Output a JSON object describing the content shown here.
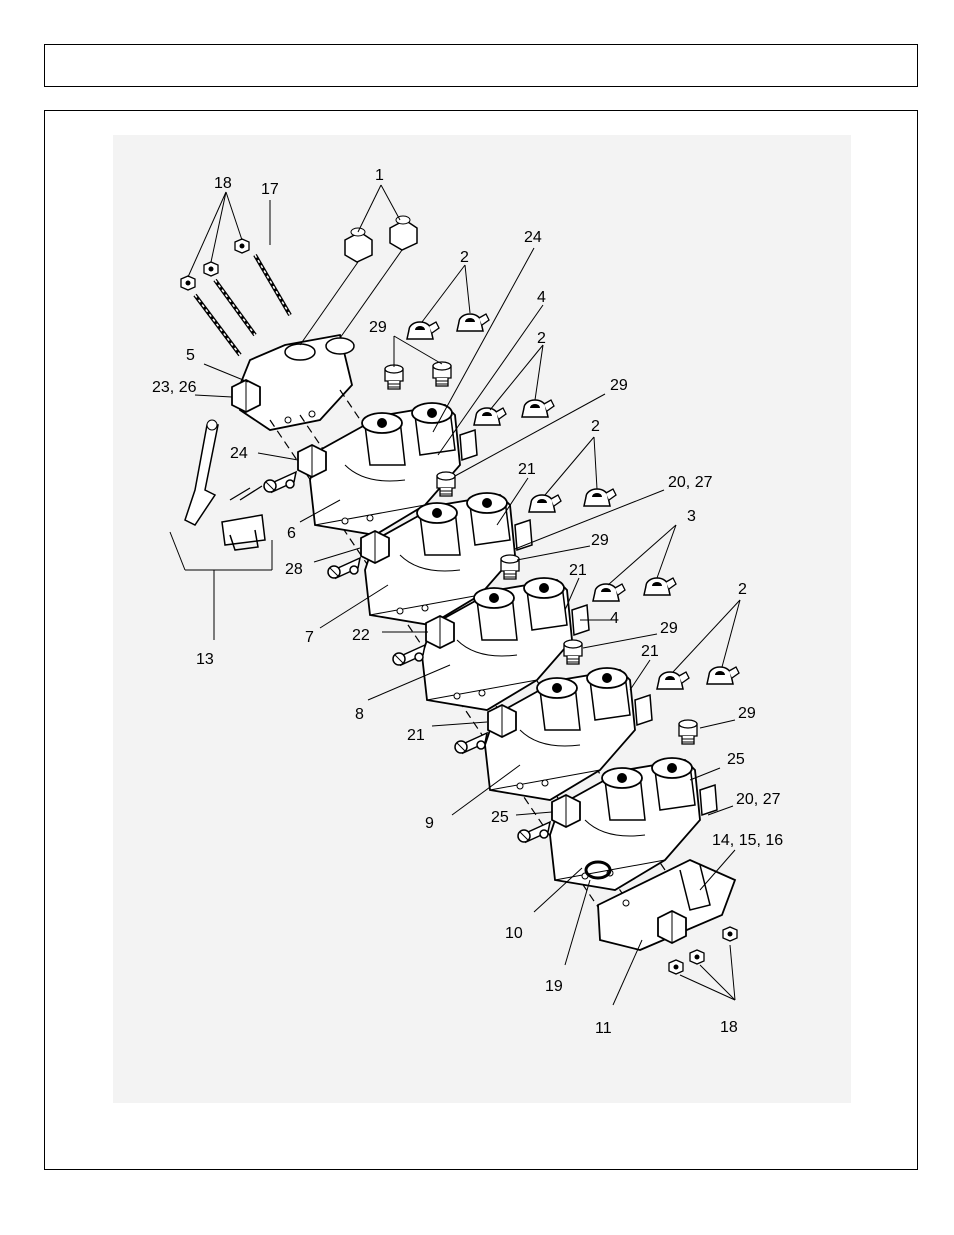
{
  "header": {
    "title": ""
  },
  "callouts": {
    "c1": "1",
    "c2a": "2",
    "c2b": "2",
    "c2c": "2",
    "c2d": "2",
    "c3": "3",
    "c4a": "4",
    "c4b": "4",
    "c5": "5",
    "c6": "6",
    "c7": "7",
    "c8": "8",
    "c9": "9",
    "c10": "10",
    "c11": "11",
    "c13": "13",
    "c14_15_16": "14, 15, 16",
    "c17": "17",
    "c18a": "18",
    "c18b": "18",
    "c19": "19",
    "c20_27a": "20, 27",
    "c20_27b": "20, 27",
    "c21a": "21",
    "c21b": "21",
    "c21c": "21",
    "c21d": "21",
    "c22": "22",
    "c23_26": "23, 26",
    "c24a": "24",
    "c24b": "24",
    "c25a": "25",
    "c25b": "25",
    "c28": "28",
    "c29a": "29",
    "c29b": "29",
    "c29c": "29",
    "c29d": "29",
    "c29e": "29"
  },
  "colors": {
    "line": "#000000",
    "figure_background": "#f3f3f3",
    "part_fill": "#ffffff"
  },
  "icons": {
    "banjo_fittings": "banjo-fitting-icon",
    "plugs": "plug-icon",
    "nuts": "hex-nut-icon",
    "studs": "threaded-stud-icon"
  }
}
